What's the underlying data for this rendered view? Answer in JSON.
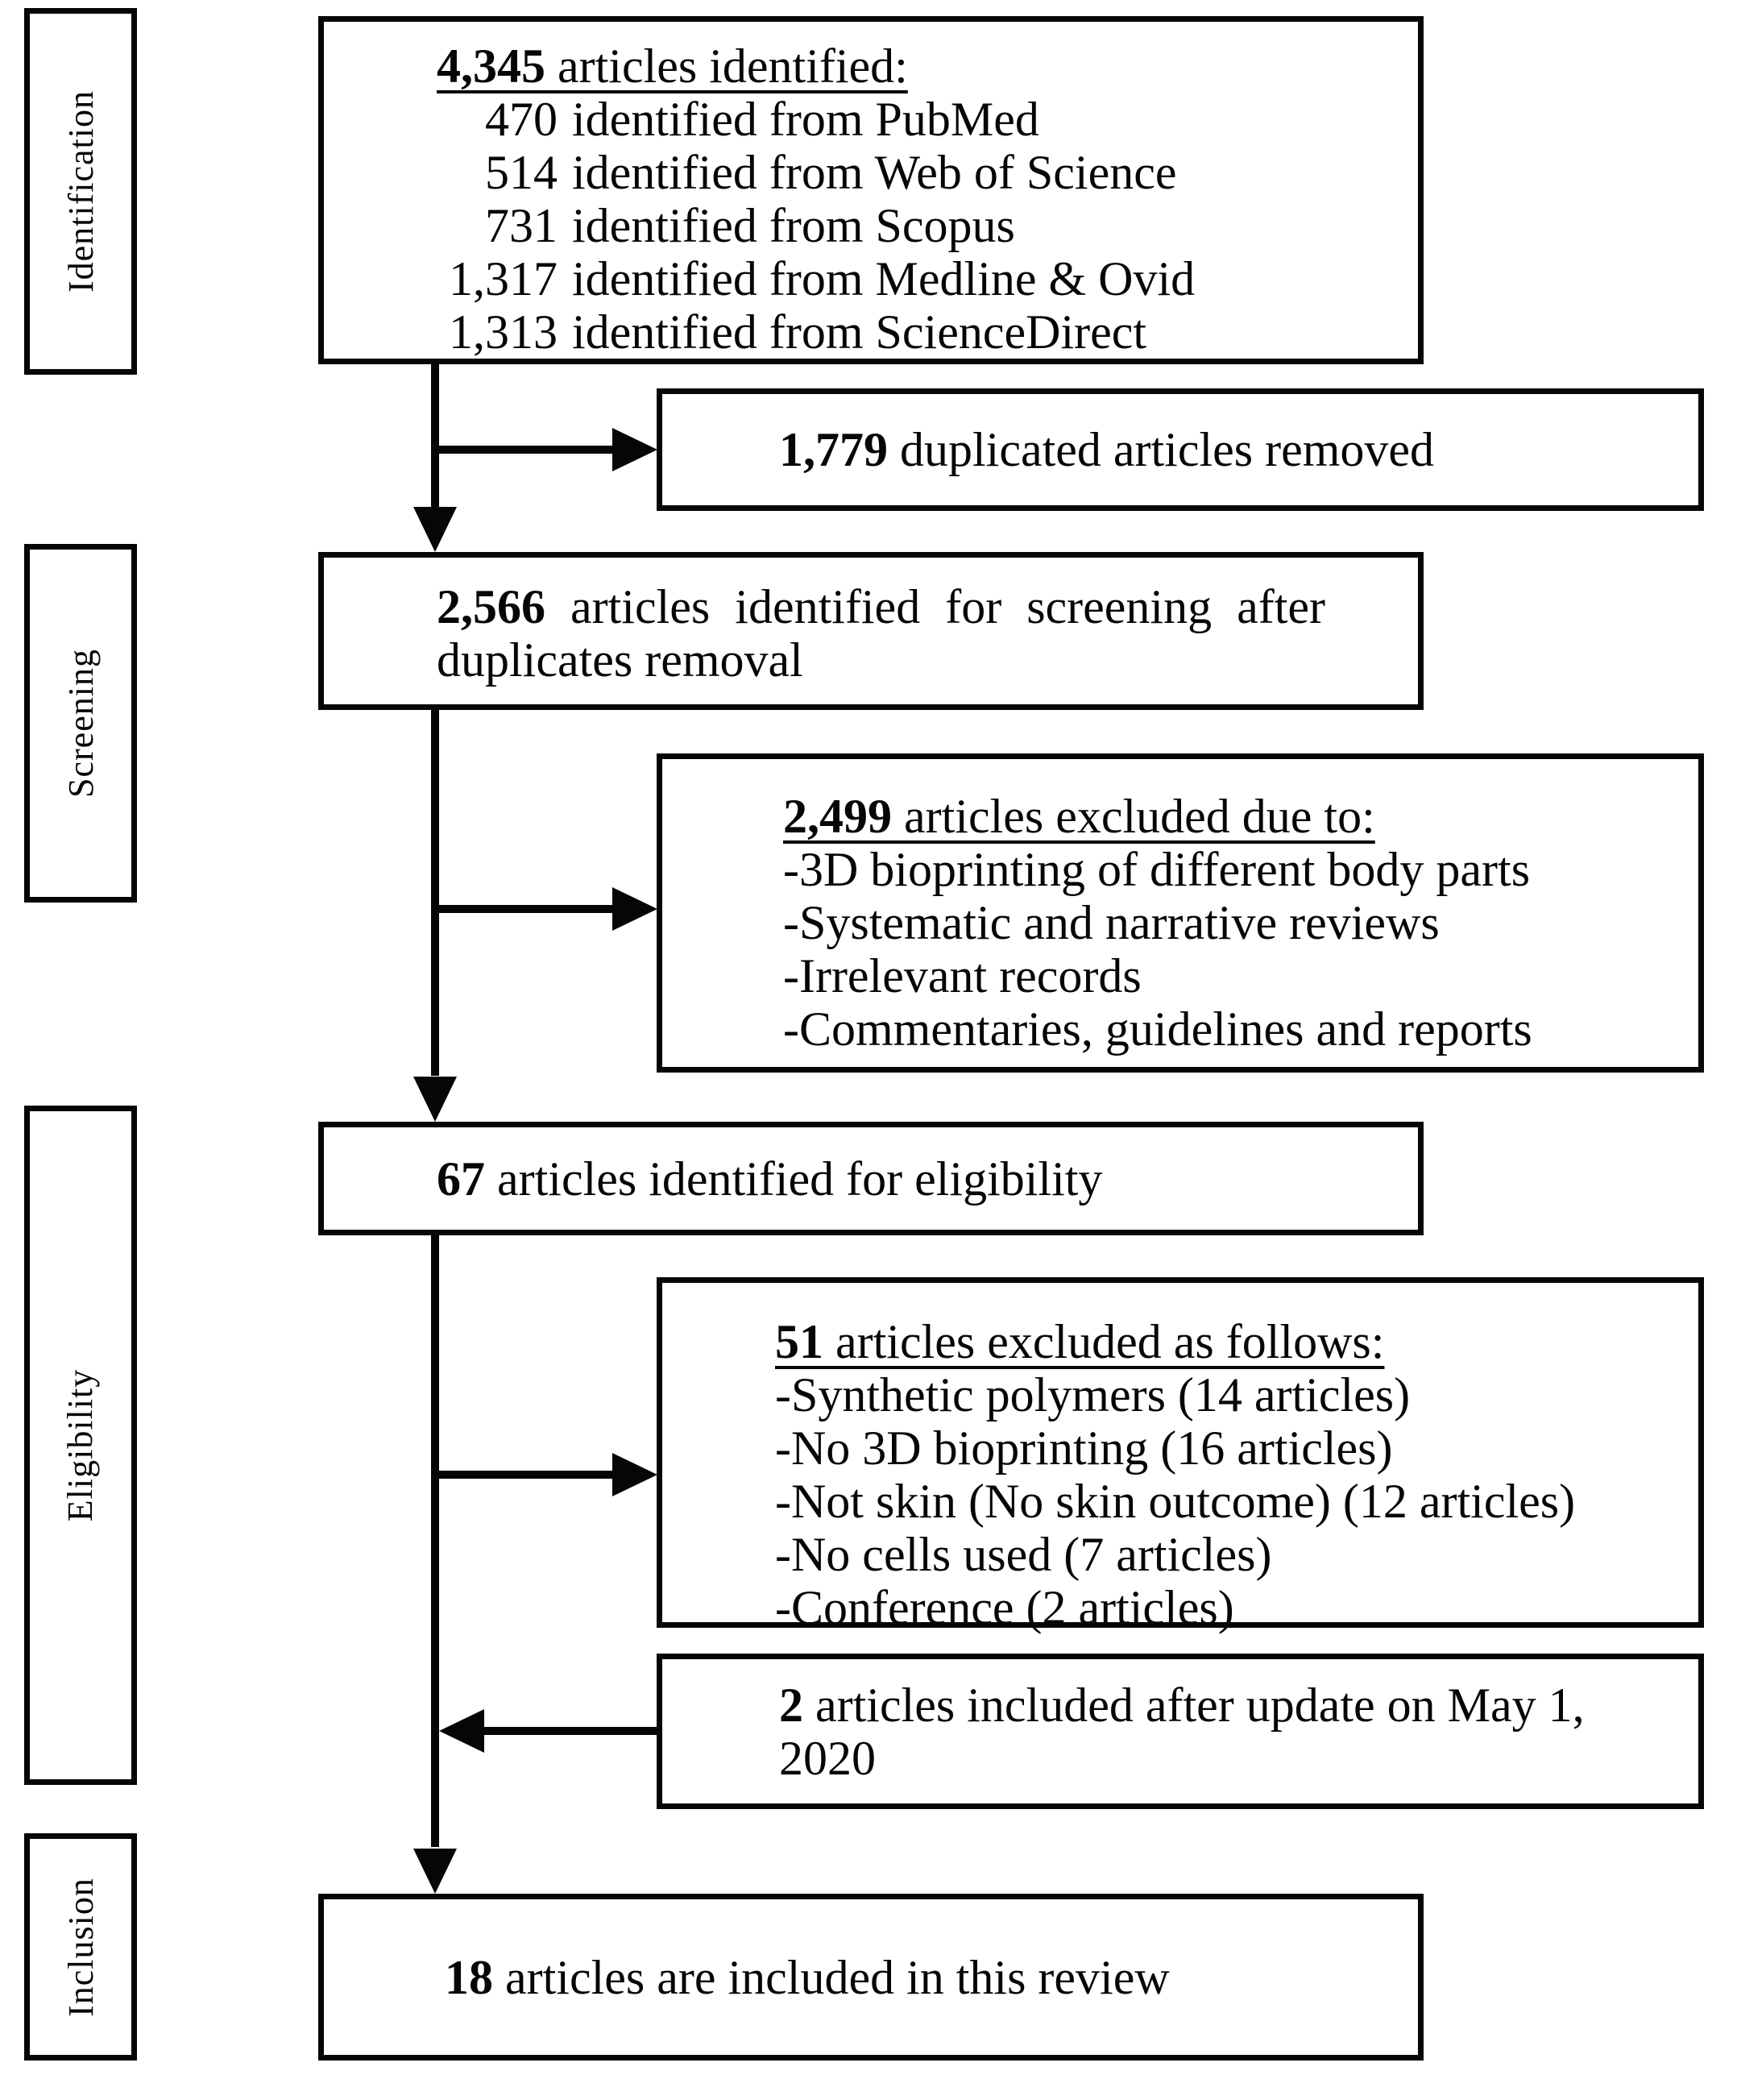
{
  "stages": [
    {
      "label": "Identification"
    },
    {
      "label": "Screening"
    },
    {
      "label": "Eligibility"
    },
    {
      "label": "Inclusion"
    }
  ],
  "boxes": {
    "identified": {
      "count": "4,345",
      "heading_rest": " articles identified:",
      "sources": [
        {
          "count": "470",
          "text": "identified from PubMed"
        },
        {
          "count": "514",
          "text": "identified from Web of Science"
        },
        {
          "count": "731",
          "text": "identified from Scopus"
        },
        {
          "count": "1,317",
          "text": "identified from Medline & Ovid"
        },
        {
          "count": "1,313",
          "text": "identified from ScienceDirect"
        }
      ]
    },
    "duplicates_removed": {
      "count": "1,779",
      "text": " duplicated articles removed"
    },
    "screening": {
      "count": "2,566",
      "text": " articles identified for screening after duplicates removal"
    },
    "excluded_screening": {
      "count": "2,499",
      "heading_rest": " articles excluded due to:",
      "reasons": [
        "-3D bioprinting of different body parts",
        "-Systematic and narrative reviews",
        "-Irrelevant records",
        "-Commentaries, guidelines and reports"
      ]
    },
    "eligibility": {
      "count": "67",
      "text": " articles identified for eligibility"
    },
    "excluded_eligibility": {
      "count": "51",
      "heading_rest": " articles excluded as follows:",
      "reasons": [
        "-Synthetic polymers (14 articles)",
        "-No 3D bioprinting (16 articles)",
        "-Not skin (No skin outcome) (12 articles)",
        "-No cells used (7 articles)",
        "-Conference (2 articles)"
      ]
    },
    "update_included": {
      "count": "2",
      "text": " articles included after update on May 1, 2020"
    },
    "included": {
      "count": "18",
      "text": " articles are included in this review"
    }
  },
  "colors": {
    "ink": "#060606",
    "background": "#ffffff"
  }
}
